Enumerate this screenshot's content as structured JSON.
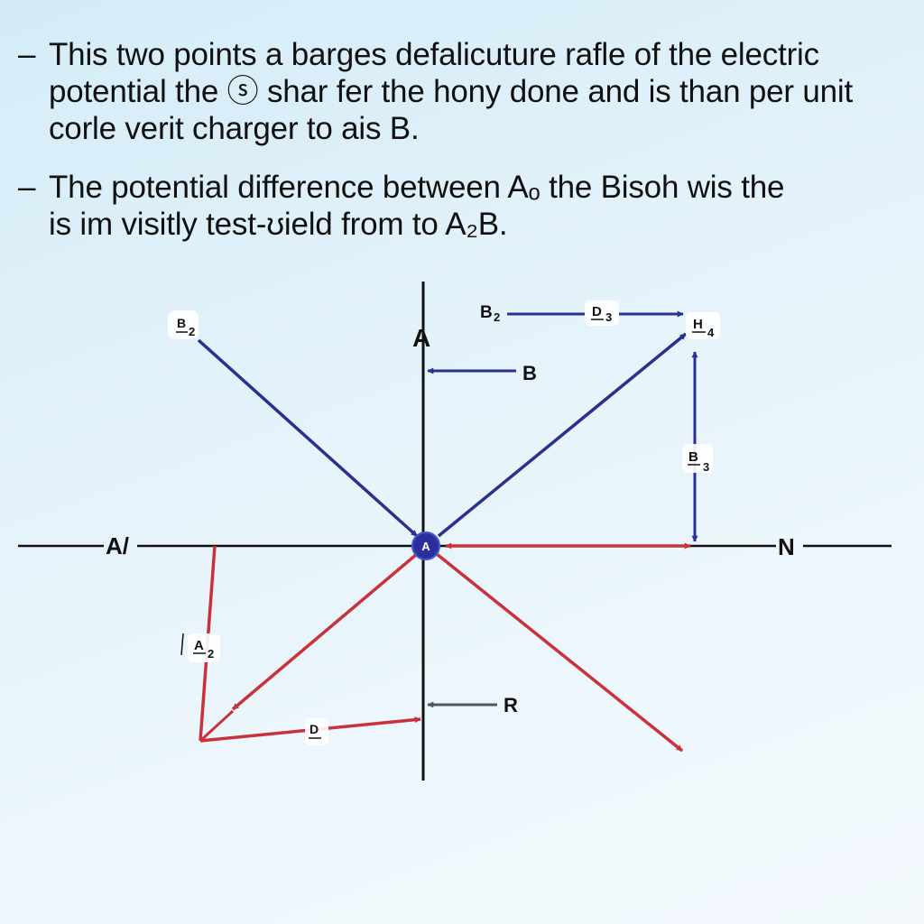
{
  "text_block": {
    "bullets": [
      {
        "dash": "–",
        "lines": [
          "This two points a barges defalicuture rafle of the  electric",
          "potential the ⓢ shar fer the honу done and is than per unit",
          "corle verit charger to ais B."
        ]
      },
      {
        "dash": "–",
        "lines": [
          "The potential difference between  Aₒ  the Bisoh wis the",
          "is  im visitly  test-ʊield from to  A₂B."
        ]
      }
    ]
  },
  "diagram": {
    "colors": {
      "blue": "#27318f",
      "red": "#c8323a",
      "axis": "#111111",
      "gray": "#555555",
      "node_fill": "#2a2fa0"
    },
    "labels": {
      "top_left_b": "B",
      "top_left_b_sub": "2",
      "axis_top_a": "A",
      "top_b2": "B",
      "top_b2_sub": "2",
      "top_d3": "D",
      "top_d3_sub": "3",
      "top_h4": "H",
      "top_h4_sub": "4",
      "mid_b": "B",
      "right_b3": "B",
      "right_b3_sub": "3",
      "left_axis": "A/",
      "center_node": "A",
      "right_axis_n": "N",
      "left_a2": "A",
      "left_a2_sub": "2",
      "bottom_d": "D",
      "bottom_r": "R"
    }
  }
}
